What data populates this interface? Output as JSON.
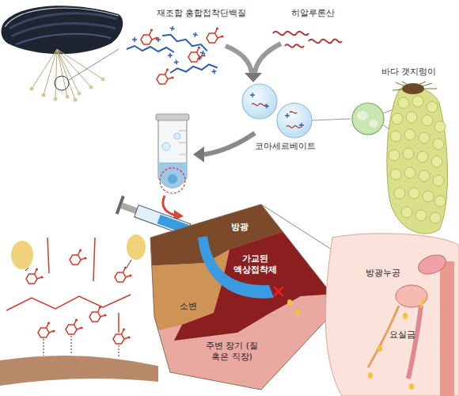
{
  "diagram": {
    "labels": [
      "재조합 홍합접착단백질",
      "히알루론산",
      "바다 갯지렁이",
      "코아세르베이트",
      "방광",
      "가교된 액상접착제",
      "방광누공",
      "소변",
      "요실금",
      "주변 장기 (질 혹은 직장)"
    ]
  }
}
